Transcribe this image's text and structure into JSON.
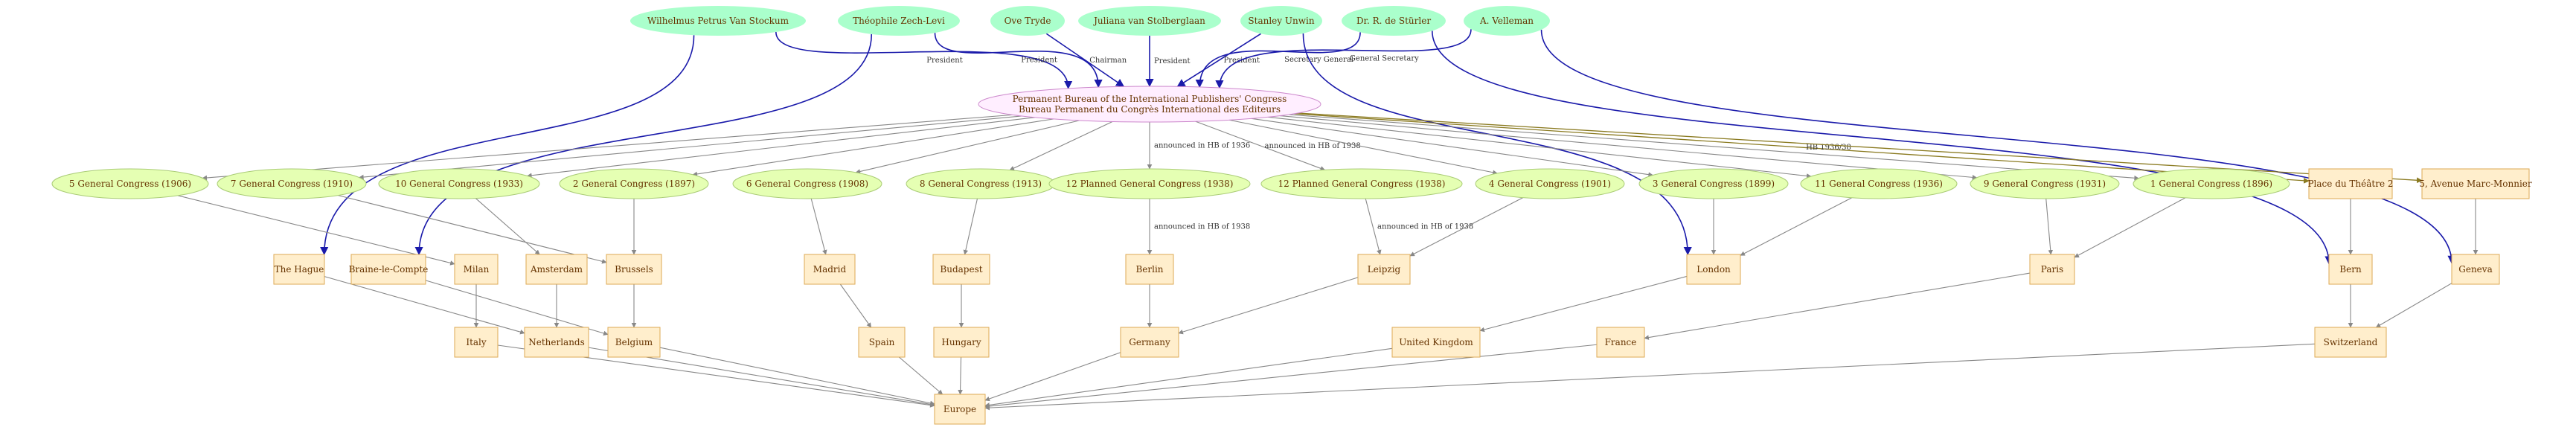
{
  "colors": {
    "person_fill": "#aaffcc",
    "bureau_fill": "#ffeeff",
    "bureau_stroke": "#cc88cc",
    "congress_fill": "#e5ffb3",
    "congress_stroke": "#aacc77",
    "place_fill": "#ffeecc",
    "place_stroke": "#ddaa55",
    "person_edge": "#1a1aaa",
    "place_edge": "#888888",
    "text": "#663300",
    "edge_label": "#333333",
    "hub_edge": "#8a7a20"
  },
  "nodes": {
    "bureau": {
      "text": "Permanent Bureau of the International Publishers' Congress",
      "text2": "Bureau Permanent du Congrès International des Editeurs"
    },
    "persons": [
      {
        "id": "p1",
        "text": "Wilhelmus Petrus Van Stockum"
      },
      {
        "id": "p2",
        "text": "Théophile Zech-Levi"
      },
      {
        "id": "p3",
        "text": "Ove Tryde"
      },
      {
        "id": "p4",
        "text": "Juliana van Stolberglaan"
      },
      {
        "id": "p5",
        "text": "Stanley Unwin"
      },
      {
        "id": "p6",
        "text": "Dr. R. de Stürler"
      },
      {
        "id": "p7",
        "text": "A. Velleman"
      }
    ],
    "congresses": [
      {
        "id": "c1",
        "text": "5 General Congress (1906)"
      },
      {
        "id": "c2",
        "text": "7 General Congress (1910)"
      },
      {
        "id": "c3",
        "text": "10 General Congress (1933)"
      },
      {
        "id": "c4",
        "text": "2 General Congress (1897)"
      },
      {
        "id": "c5",
        "text": "6 General Congress (1908)"
      },
      {
        "id": "c6",
        "text": "8 General Congress (1913)"
      },
      {
        "id": "c7",
        "text": "12 Planned General Congress (1938)"
      },
      {
        "id": "c8",
        "text": "12 Planned General Congress (1938)"
      },
      {
        "id": "c9",
        "text": "4 General Congress (1901)"
      },
      {
        "id": "c10",
        "text": "3 General Congress (1899)"
      },
      {
        "id": "c11",
        "text": "11 General Congress (1936)"
      },
      {
        "id": "c12",
        "text": "9 General Congress (1931)"
      },
      {
        "id": "c13",
        "text": "1 General Congress (1896)"
      }
    ],
    "addresses": [
      {
        "id": "a1",
        "text": "Place du Théâtre 2"
      },
      {
        "id": "a2",
        "text": "5, Avenue Marc-Monnier"
      }
    ],
    "cities": [
      {
        "id": "city1",
        "text": "The Hague"
      },
      {
        "id": "city2",
        "text": "Braine-le-Compte"
      },
      {
        "id": "city3",
        "text": "Milan"
      },
      {
        "id": "city4",
        "text": "Amsterdam"
      },
      {
        "id": "city5",
        "text": "Brussels"
      },
      {
        "id": "city6",
        "text": "Madrid"
      },
      {
        "id": "city7",
        "text": "Budapest"
      },
      {
        "id": "city8",
        "text": "Berlin"
      },
      {
        "id": "city9",
        "text": "Leipzig"
      },
      {
        "id": "city10",
        "text": "London"
      },
      {
        "id": "city11",
        "text": "Paris"
      },
      {
        "id": "city12",
        "text": "Bern"
      },
      {
        "id": "city13",
        "text": "Geneva"
      }
    ],
    "countries": [
      {
        "id": "k1",
        "text": "Italy"
      },
      {
        "id": "k2",
        "text": "Netherlands"
      },
      {
        "id": "k3",
        "text": "Belgium"
      },
      {
        "id": "k4",
        "text": "Spain"
      },
      {
        "id": "k5",
        "text": "Hungary"
      },
      {
        "id": "k6",
        "text": "Germany"
      },
      {
        "id": "k7",
        "text": "United Kingdom"
      },
      {
        "id": "k8",
        "text": "France"
      },
      {
        "id": "k9",
        "text": "Switzerland"
      }
    ],
    "continent": {
      "id": "europe",
      "text": "Europe"
    }
  },
  "edges": [
    {
      "from": "p1",
      "to": "bureau",
      "label": "President",
      "kind": "person"
    },
    {
      "from": "p2",
      "to": "bureau",
      "label": "President",
      "kind": "person"
    },
    {
      "from": "p3",
      "to": "bureau",
      "label": "Chairman",
      "kind": "person"
    },
    {
      "from": "p4",
      "to": "bureau",
      "label": "President",
      "kind": "person"
    },
    {
      "from": "p5",
      "to": "bureau",
      "label": "President",
      "kind": "person"
    },
    {
      "from": "p6",
      "to": "bureau",
      "label": "Secretary General",
      "kind": "person"
    },
    {
      "from": "p7",
      "to": "bureau",
      "label": "General Secretary",
      "kind": "person"
    },
    {
      "from": "p1",
      "to": "city1",
      "label": "",
      "kind": "person"
    },
    {
      "from": "p2",
      "to": "city2",
      "label": "",
      "kind": "person"
    },
    {
      "from": "p5",
      "to": "city10",
      "label": "",
      "kind": "person"
    },
    {
      "from": "p6",
      "to": "city12",
      "label": "",
      "kind": "person"
    },
    {
      "from": "p7",
      "to": "city13",
      "label": "",
      "kind": "person"
    },
    {
      "from": "bureau",
      "to": "c1",
      "label": "",
      "kind": "gray"
    },
    {
      "from": "bureau",
      "to": "c2",
      "label": "",
      "kind": "gray"
    },
    {
      "from": "bureau",
      "to": "c3",
      "label": "",
      "kind": "gray"
    },
    {
      "from": "bureau",
      "to": "c4",
      "label": "",
      "kind": "gray"
    },
    {
      "from": "bureau",
      "to": "c5",
      "label": "",
      "kind": "gray"
    },
    {
      "from": "bureau",
      "to": "c6",
      "label": "",
      "kind": "gray"
    },
    {
      "from": "bureau",
      "to": "c7",
      "label": "announced in HB of 1936",
      "kind": "gray"
    },
    {
      "from": "bureau",
      "to": "c8",
      "label": "announced in HB of 1938",
      "kind": "gray"
    },
    {
      "from": "bureau",
      "to": "c9",
      "label": "",
      "kind": "gray"
    },
    {
      "from": "bureau",
      "to": "c10",
      "label": "",
      "kind": "gray"
    },
    {
      "from": "bureau",
      "to": "c11",
      "label": "",
      "kind": "gray"
    },
    {
      "from": "bureau",
      "to": "c12",
      "label": "",
      "kind": "gray"
    },
    {
      "from": "bureau",
      "to": "c13",
      "label": "",
      "kind": "gray"
    },
    {
      "from": "bureau",
      "to": "a1",
      "label": "HB 1936/38",
      "kind": "hub"
    },
    {
      "from": "bureau",
      "to": "a2",
      "label": "",
      "kind": "hub"
    },
    {
      "from": "c1",
      "to": "city3",
      "label": "",
      "kind": "gray"
    },
    {
      "from": "c2",
      "to": "city5",
      "label": "",
      "kind": "gray"
    },
    {
      "from": "c3",
      "to": "city4",
      "label": "",
      "kind": "gray"
    },
    {
      "from": "c4",
      "to": "city5",
      "label": "",
      "kind": "gray"
    },
    {
      "from": "c5",
      "to": "city6",
      "label": "",
      "kind": "gray"
    },
    {
      "from": "c6",
      "to": "city7",
      "label": "",
      "kind": "gray"
    },
    {
      "from": "c7",
      "to": "city8",
      "label": "announced in HB of 1938",
      "kind": "gray"
    },
    {
      "from": "c8",
      "to": "city9",
      "label": "announced in HB of 1938",
      "kind": "gray"
    },
    {
      "from": "c9",
      "to": "city9",
      "label": "",
      "kind": "gray"
    },
    {
      "from": "c10",
      "to": "city10",
      "label": "",
      "kind": "gray"
    },
    {
      "from": "c11",
      "to": "city10",
      "label": "",
      "kind": "gray"
    },
    {
      "from": "c12",
      "to": "city11",
      "label": "",
      "kind": "gray"
    },
    {
      "from": "c13",
      "to": "city11",
      "label": "",
      "kind": "gray"
    },
    {
      "from": "a1",
      "to": "city12",
      "label": "",
      "kind": "gray"
    },
    {
      "from": "a2",
      "to": "city13",
      "label": "",
      "kind": "gray"
    },
    {
      "from": "city1",
      "to": "k2",
      "label": "",
      "kind": "gray"
    },
    {
      "from": "city2",
      "to": "k3",
      "label": "",
      "kind": "gray"
    },
    {
      "from": "city3",
      "to": "k1",
      "label": "",
      "kind": "gray"
    },
    {
      "from": "city4",
      "to": "k2",
      "label": "",
      "kind": "gray"
    },
    {
      "from": "city5",
      "to": "k3",
      "label": "",
      "kind": "gray"
    },
    {
      "from": "city6",
      "to": "k4",
      "label": "",
      "kind": "gray"
    },
    {
      "from": "city7",
      "to": "k5",
      "label": "",
      "kind": "gray"
    },
    {
      "from": "city8",
      "to": "k6",
      "label": "",
      "kind": "gray"
    },
    {
      "from": "city9",
      "to": "k6",
      "label": "",
      "kind": "gray"
    },
    {
      "from": "city10",
      "to": "k7",
      "label": "",
      "kind": "gray"
    },
    {
      "from": "city11",
      "to": "k8",
      "label": "",
      "kind": "gray"
    },
    {
      "from": "city12",
      "to": "k9",
      "label": "",
      "kind": "gray"
    },
    {
      "from": "city13",
      "to": "k9",
      "label": "",
      "kind": "gray"
    },
    {
      "from": "k1",
      "to": "europe",
      "label": "",
      "kind": "gray"
    },
    {
      "from": "k2",
      "to": "europe",
      "label": "",
      "kind": "gray"
    },
    {
      "from": "k3",
      "to": "europe",
      "label": "",
      "kind": "gray"
    },
    {
      "from": "k4",
      "to": "europe",
      "label": "",
      "kind": "gray"
    },
    {
      "from": "k5",
      "to": "europe",
      "label": "",
      "kind": "gray"
    },
    {
      "from": "k6",
      "to": "europe",
      "label": "",
      "kind": "gray"
    },
    {
      "from": "k7",
      "to": "europe",
      "label": "",
      "kind": "gray"
    },
    {
      "from": "k8",
      "to": "europe",
      "label": "",
      "kind": "gray"
    },
    {
      "from": "k9",
      "to": "europe",
      "label": "",
      "kind": "gray"
    }
  ]
}
